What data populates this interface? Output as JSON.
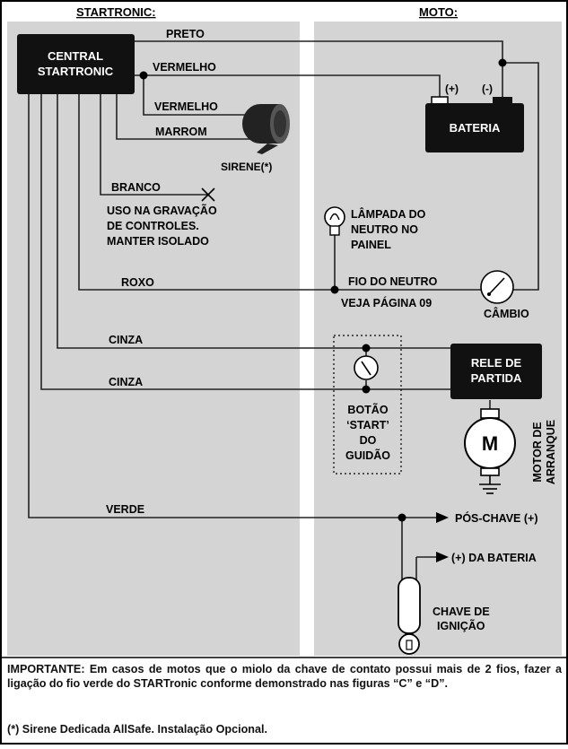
{
  "headers": {
    "left": "STARTRONIC:",
    "right": "MOTO:"
  },
  "central": {
    "line1": "CENTRAL",
    "line2": "STARTRONIC"
  },
  "wires": {
    "preto": "PRETO",
    "vermelho1": "VERMELHO",
    "vermelho2": "VERMELHO",
    "marrom": "MARROM",
    "branco": "BRANCO",
    "roxo": "ROXO",
    "cinza1": "CINZA",
    "cinza2": "CINZA",
    "verde": "VERDE"
  },
  "bateria": {
    "label": "BATERIA",
    "pos": "(+)",
    "neg": "(-)"
  },
  "sirene": "SIRENE(*)",
  "branco_note": [
    "USO NA GRAVAÇÃO",
    "DE CONTROLES.",
    "MANTER ISOLADO"
  ],
  "lampada": [
    "LÂMPADA DO",
    "NEUTRO NO",
    "PAINEL"
  ],
  "neutro": [
    "FIO DO NEUTRO",
    "VEJA PÁGINA 09"
  ],
  "cambio": "CÂMBIO",
  "rele": [
    "RELE DE",
    "PARTIDA"
  ],
  "botao": [
    "BOTÃO",
    "‘START’",
    "DO",
    "GUIDÃO"
  ],
  "motor": {
    "symbol": "M",
    "label": [
      "MOTOR DE",
      "ARRANQUE"
    ]
  },
  "pos_chave": "PÓS-CHAVE (+)",
  "da_bateria": "(+) DA BATERIA",
  "chave": [
    "CHAVE DE",
    "IGNIÇÃO"
  ],
  "notes": {
    "importante": "IMPORTANTE: Em casos de motos que o miolo da chave de contato possui mais de 2 fios, fazer a ligação do fio verde do STARTronic conforme demonstrado nas figuras “C” e “D”.",
    "footnote": "(*) Sirene Dedicada AllSafe. Instalação Opcional."
  },
  "colors": {
    "panel": "#d4d4d4",
    "block": "#111111",
    "line": "#222222"
  },
  "icons": [
    "siren-icon",
    "lamp-icon",
    "gear-shift-icon",
    "push-button-icon",
    "motor-icon",
    "ground-icon",
    "ignition-key-icon",
    "arrow-icon",
    "x-mark-icon"
  ]
}
